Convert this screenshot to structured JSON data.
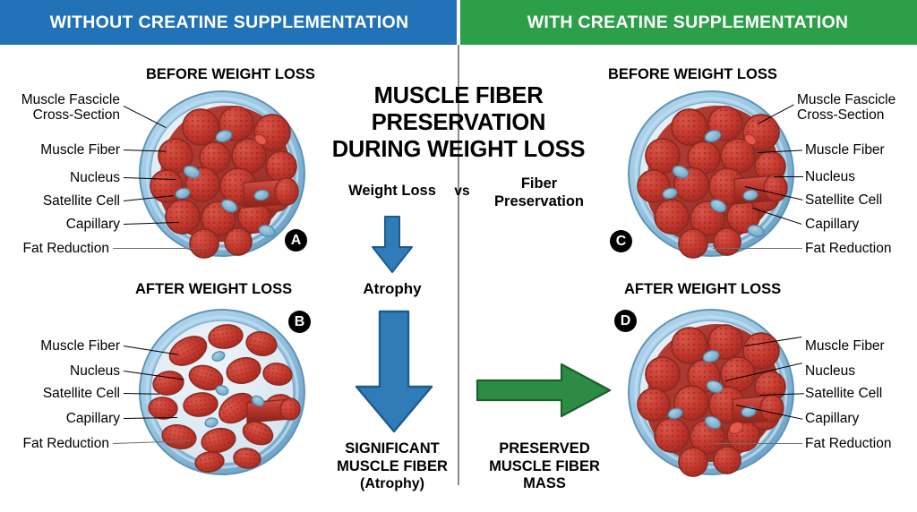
{
  "header": {
    "left_title": "WITHOUT CREATINE SUPPLEMENTATION",
    "right_title": "WITH CREATINE SUPPLEMENTATION",
    "left_color": "#2272b8",
    "right_color": "#2ba048",
    "text_color": "#ffffff"
  },
  "center": {
    "title_line1": "MUSCLE FIBER",
    "title_line2": "PRESERVATION",
    "title_line3": "DURING WEIGHT LOSS",
    "compare_left": "Weight Loss",
    "compare_vs": "vs",
    "compare_right_line1": "Fiber",
    "compare_right_line2": "Preservation",
    "atrophy_label": "Atrophy",
    "outcome_left_line1": "SIGNIFICANT",
    "outcome_left_line2": "MUSCLE FIBER",
    "outcome_left_line3": "(Atrophy)",
    "outcome_right_line1": "PRESERVED",
    "outcome_right_line2": "MUSCLE FIBER",
    "outcome_right_line3": "MASS",
    "arrow_down_small_color": "#2f7cb8",
    "arrow_down_large_color": "#2f7cb8",
    "arrow_right_color": "#2e8b45"
  },
  "panels": {
    "a": {
      "badge": "A",
      "title": "BEFORE WEIGHT LOSS",
      "side": "left",
      "labels": [
        "Muscle Fascicle\nCross-Section",
        "Muscle Fiber",
        "Nucleus",
        "Satellite Cell",
        "Capillary",
        "Fat Reduction"
      ]
    },
    "b": {
      "badge": "B",
      "title": "AFTER WEIGHT LOSS",
      "side": "left",
      "labels": [
        "Muscle Fiber",
        "Nucleus",
        "Satellite Cell",
        "Capillary",
        "Fat Reduction"
      ]
    },
    "c": {
      "badge": "C",
      "title": "BEFORE WEIGHT LOSS",
      "side": "right",
      "labels": [
        "Muscle Fascicle\nCross-Section",
        "Muscle Fiber",
        "Nucleus",
        "Satellite Cell",
        "Capillary",
        "Fat Reduction"
      ]
    },
    "d": {
      "badge": "D",
      "title": "AFTER WEIGHT LOSS",
      "side": "right",
      "labels": [
        "Muscle Fiber",
        "Nucleus",
        "Satellite Cell",
        "Capillary",
        "Fat Reduction"
      ]
    }
  },
  "figure_colors": {
    "epimysium": "#8fbfe0",
    "epimysium_dark": "#6fa8d0",
    "interior": "#dfeaf2",
    "fiber_fill": "#c0392f",
    "fiber_fill_light": "#cf4a3d",
    "fiber_stroke": "#8b2b22",
    "perimysium": "#a93226",
    "nucleus": "#7fb2cf",
    "nucleus_stroke": "#4e89a8",
    "capillary": "#e8584a"
  }
}
